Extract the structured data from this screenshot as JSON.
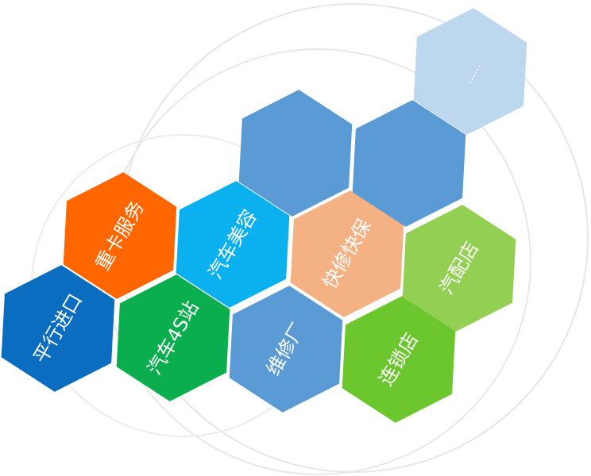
{
  "hexagons": [
    {
      "label": "平行进口",
      "color": "#0B6DBF"
    },
    {
      "label": "重卡服务",
      "color": "#FF6600"
    },
    {
      "label": "汽车4S站",
      "color": "#0BAE4F"
    },
    {
      "label": "汽车美容",
      "color": "#0BB0EE"
    },
    {
      "label": "维修厂",
      "color": "#5B9BD5"
    },
    {
      "label": "快修快保",
      "color": "#F4B183"
    },
    {
      "label": "连锁店",
      "color": "#6CC62D"
    },
    {
      "label": "汽配店",
      "color": "#92CF52"
    },
    {
      "label": "",
      "color": "#5B9BD5"
    },
    {
      "label": "",
      "color": "#5B9BD5"
    },
    {
      "label": "......",
      "color": "#BDD7EE"
    }
  ]
}
